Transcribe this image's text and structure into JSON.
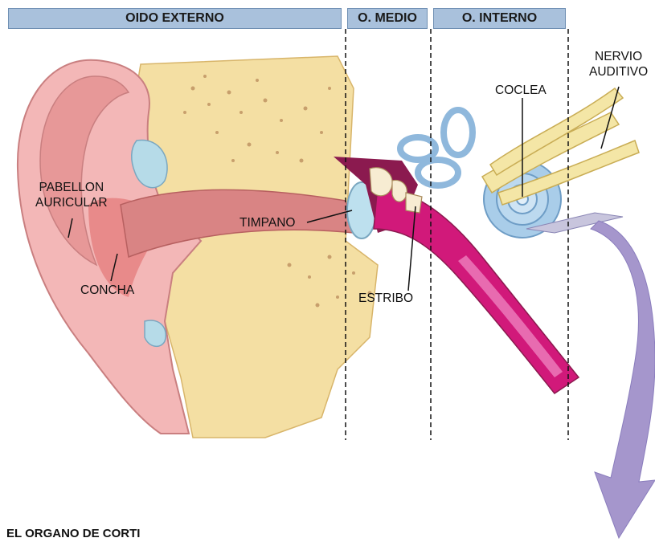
{
  "headers": {
    "external": "OIDO EXTERNO",
    "middle": "O. MEDIO",
    "inner": "O. INTERNO"
  },
  "labels": {
    "nervio_line1": "NERVIO",
    "nervio_line2": "AUDITIVO",
    "coclea": "COCLEA",
    "pabellon_line1": "PABELLON",
    "pabellon_line2": "AURICULAR",
    "timpano": "TIMPANO",
    "concha": "CONCHA",
    "estribo": "ESTRIBO"
  },
  "footer_title": "EL ORGANO DE CORTI",
  "colors": {
    "header_fill": "#a9c1dc",
    "skin": "#f3b7b7",
    "bone": "#f4dfa3",
    "canal": "#d98484",
    "inner_ear": "#a9cde9",
    "tube": "#d1197a",
    "arrow": "#a596cc"
  }
}
